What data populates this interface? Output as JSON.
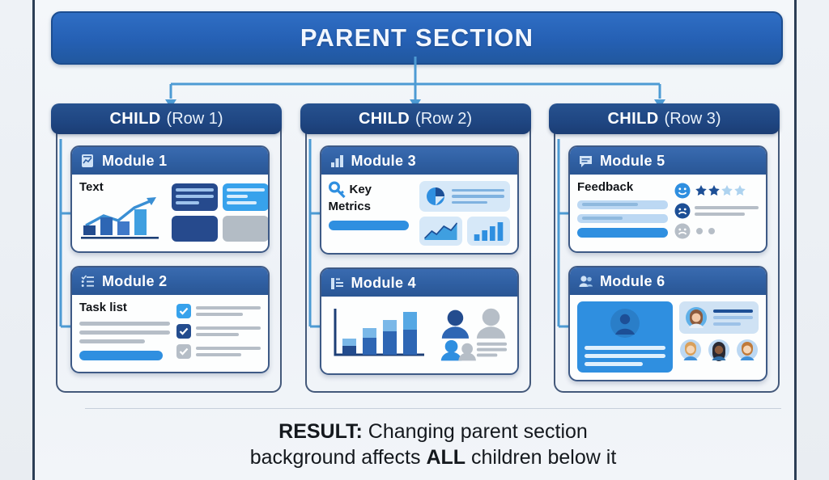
{
  "parent": {
    "title": "PARENT SECTION"
  },
  "children": [
    {
      "label": "CHILD",
      "suffix": "(Row 1)"
    },
    {
      "label": "CHILD",
      "suffix": "(Row 2)"
    },
    {
      "label": "CHILD",
      "suffix": "(Row 3)"
    }
  ],
  "modules": {
    "m1": {
      "title": "Module 1",
      "icon": "chart-document-icon",
      "body_label": "Text"
    },
    "m2": {
      "title": "Module 2",
      "icon": "checklist-icon",
      "body_label": "Task list"
    },
    "m3": {
      "title": "Module 3",
      "icon": "bar-chart-icon",
      "body_label_line1": "Key",
      "body_label_line2": "Metrics"
    },
    "m4": {
      "title": "Module 4",
      "icon": "chart-people-icon",
      "body_label": ""
    },
    "m5": {
      "title": "Module 5",
      "icon": "comment-icon",
      "body_label": "Feedback"
    },
    "m6": {
      "title": "Module 6",
      "icon": "users-icon",
      "body_label": ""
    }
  },
  "rating": {
    "stars_total": 4,
    "stars_filled": 2
  },
  "footer": {
    "result_prefix": "RESULT:",
    "result_text_1": " Changing parent section",
    "result_text_2": "background affects ",
    "result_emphasis": "ALL",
    "result_text_3": " children below it"
  },
  "colors": {
    "parent_blue": "#2560b4",
    "child_navy": "#1f4682",
    "module_blue": "#2f5fa2",
    "accent_blue": "#2f8fe0",
    "light_blue": "#bcd8f3",
    "gray": "#b6bec7",
    "panel_border": "#2c3e55"
  }
}
